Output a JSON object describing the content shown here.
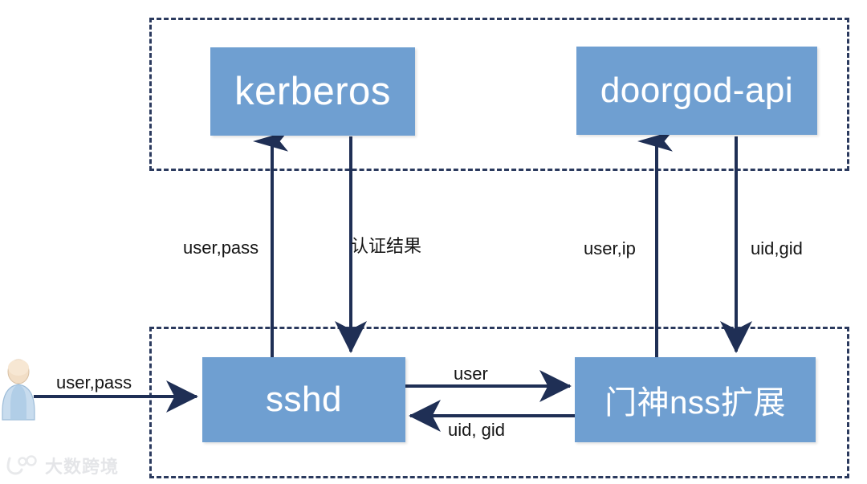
{
  "diagram": {
    "title": "sshd / kerberos / doorgod authentication and NSS flow",
    "accent_box_color": "#6f9fd1",
    "line_color": "#1f2f55",
    "zone_border_color": "#2b3a5e"
  },
  "zones": [
    {
      "id": "auth",
      "label": ""
    },
    {
      "id": "nss",
      "label": ""
    }
  ],
  "nodes": [
    {
      "id": "kerberos",
      "label": "kerberos"
    },
    {
      "id": "doorgod-api",
      "label": "doorgod-api"
    },
    {
      "id": "sshd",
      "label": "sshd"
    },
    {
      "id": "nss-ext",
      "label": "门神nss扩展"
    }
  ],
  "actor": {
    "name": "user-actor",
    "icon": "person-icon"
  },
  "edges": [
    {
      "id": "sshd-to-kerberos",
      "label": "user,pass",
      "from": "sshd",
      "to": "kerberos"
    },
    {
      "id": "kerberos-to-sshd",
      "label": "认证结果",
      "from": "kerberos",
      "to": "sshd"
    },
    {
      "id": "nss-to-doorgod",
      "label": "user,ip",
      "from": "nss-ext",
      "to": "doorgod-api"
    },
    {
      "id": "doorgod-to-nss",
      "label": "uid,gid",
      "from": "doorgod-api",
      "to": "nss-ext"
    },
    {
      "id": "user-to-sshd",
      "label": "user,pass",
      "from": "user-actor",
      "to": "sshd"
    },
    {
      "id": "sshd-to-nss",
      "label": "user",
      "from": "sshd",
      "to": "nss-ext"
    },
    {
      "id": "nss-to-sshd",
      "label": "uid, gid",
      "from": "nss-ext",
      "to": "sshd"
    }
  ],
  "watermark": {
    "text": "大数跨境"
  }
}
